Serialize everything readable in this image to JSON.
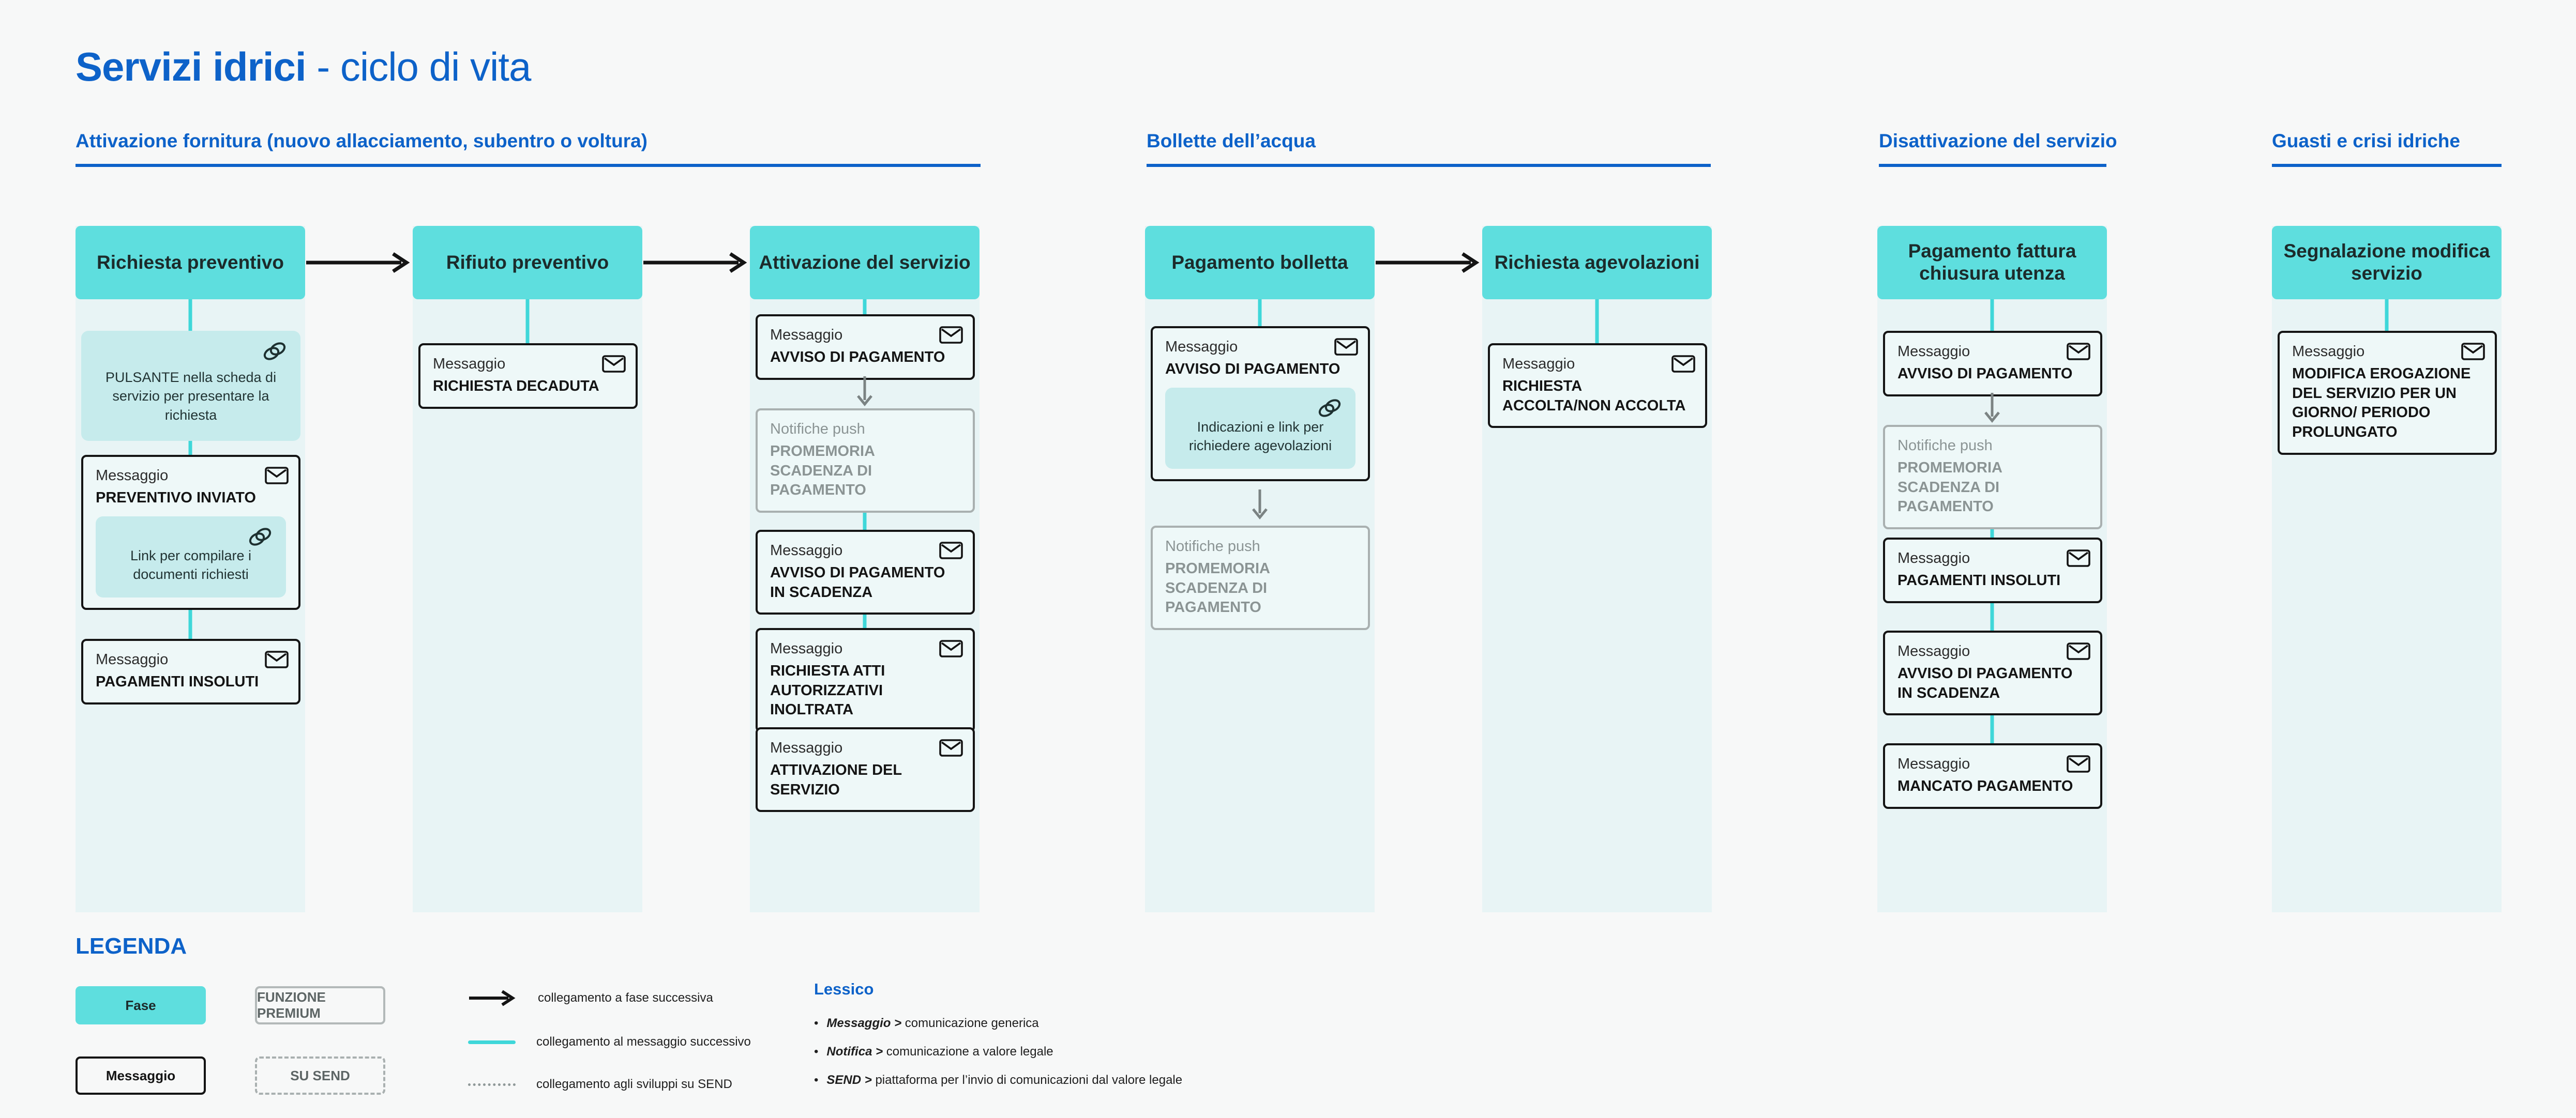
{
  "title": {
    "main": "Servizi idrici",
    "sub": " - ciclo di vita"
  },
  "sections": [
    {
      "label": "Attivazione fornitura (nuovo allacciamento, subentro o voltura)"
    },
    {
      "label": "Bollette dell’acqua"
    },
    {
      "label": "Disattivazione del servizio"
    },
    {
      "label": "Guasti e crisi idriche"
    }
  ],
  "columns": [
    {
      "phase": "Richiesta preventivo",
      "note": "PULSANTE nella scheda di servizio per presentare la richiesta",
      "messages": [
        {
          "label": "Messaggio",
          "title": "PREVENTIVO INVIATO",
          "note": "Link per compilare i documenti richiesti"
        },
        {
          "label": "Messaggio",
          "title": "PAGAMENTI INSOLUTI"
        }
      ]
    },
    {
      "phase": "Rifiuto preventivo",
      "messages": [
        {
          "label": "Messaggio",
          "title": "RICHIESTA DECADUTA"
        }
      ]
    },
    {
      "phase": "Attivazione del servizio",
      "messages": [
        {
          "label": "Messaggio",
          "title": "AVVISO DI PAGAMENTO"
        },
        {
          "label": "Notifiche push",
          "title": "PROMEMORIA SCADENZA DI PAGAMENTO"
        },
        {
          "label": "Messaggio",
          "title": "AVVISO DI PAGAMENTO IN SCADENZA"
        },
        {
          "label": "Messaggio",
          "title": "RICHIESTA ATTI AUTORIZZATIVI INOLTRATA"
        },
        {
          "label": "Messaggio",
          "title": "ATTIVAZIONE DEL SERVIZIO"
        }
      ]
    },
    {
      "phase": "Pagamento bolletta",
      "messages": [
        {
          "label": "Messaggio",
          "title": "AVVISO DI PAGAMENTO",
          "note": "Indicazioni e link per richiedere agevolazioni"
        },
        {
          "label": "Notifiche push",
          "title": "PROMEMORIA SCADENZA DI PAGAMENTO"
        }
      ]
    },
    {
      "phase": "Richiesta agevolazioni",
      "messages": [
        {
          "label": "Messaggio",
          "title": "RICHIESTA ACCOLTA/NON ACCOLTA"
        }
      ]
    },
    {
      "phase": "Pagamento fattura chiusura utenza",
      "messages": [
        {
          "label": "Messaggio",
          "title": "AVVISO DI PAGAMENTO"
        },
        {
          "label": "Notifiche push",
          "title": "PROMEMORIA SCADENZA DI PAGAMENTO"
        },
        {
          "label": "Messaggio",
          "title": "PAGAMENTI INSOLUTI"
        },
        {
          "label": "Messaggio",
          "title": "AVVISO DI PAGAMENTO IN SCADENZA"
        },
        {
          "label": "Messaggio",
          "title": "MANCATO PAGAMENTO"
        }
      ]
    },
    {
      "phase": "Segnalazione modifica servizio",
      "messages": [
        {
          "label": "Messaggio",
          "title": "MODIFICA EROGAZIONE DEL SERVIZIO PER UN GIORNO/ PERIODO PROLUNGATO"
        }
      ]
    }
  ],
  "legend": {
    "title": "LEGENDA",
    "fase": "Fase",
    "premium": "FUNZIONE PREMIUM",
    "messaggio": "Messaggio",
    "send": "SU SEND",
    "connections": [
      {
        "label": "collegamento a fase successiva"
      },
      {
        "label": "collegamento al messaggio successivo"
      },
      {
        "label": "collegamento agli sviluppi su SEND"
      }
    ]
  },
  "lessico": {
    "title": "Lessico",
    "items": [
      {
        "term": "Messaggio >",
        "def": "comunicazione generica"
      },
      {
        "term": "Notifica >",
        "def": "comunicazione a valore legale"
      },
      {
        "term": "SEND >",
        "def": "piattaforma per  l’invio di comunicazioni dal valore legale"
      }
    ]
  },
  "colors": {
    "accent_blue": "#0d62c9",
    "phase_teal": "#5edede",
    "column_bg": "#e8f4f5",
    "note_bg": "#c6ebec",
    "connector_teal": "#3fd7d9",
    "gray_border": "#a9b0b0",
    "ink": "#141414"
  }
}
